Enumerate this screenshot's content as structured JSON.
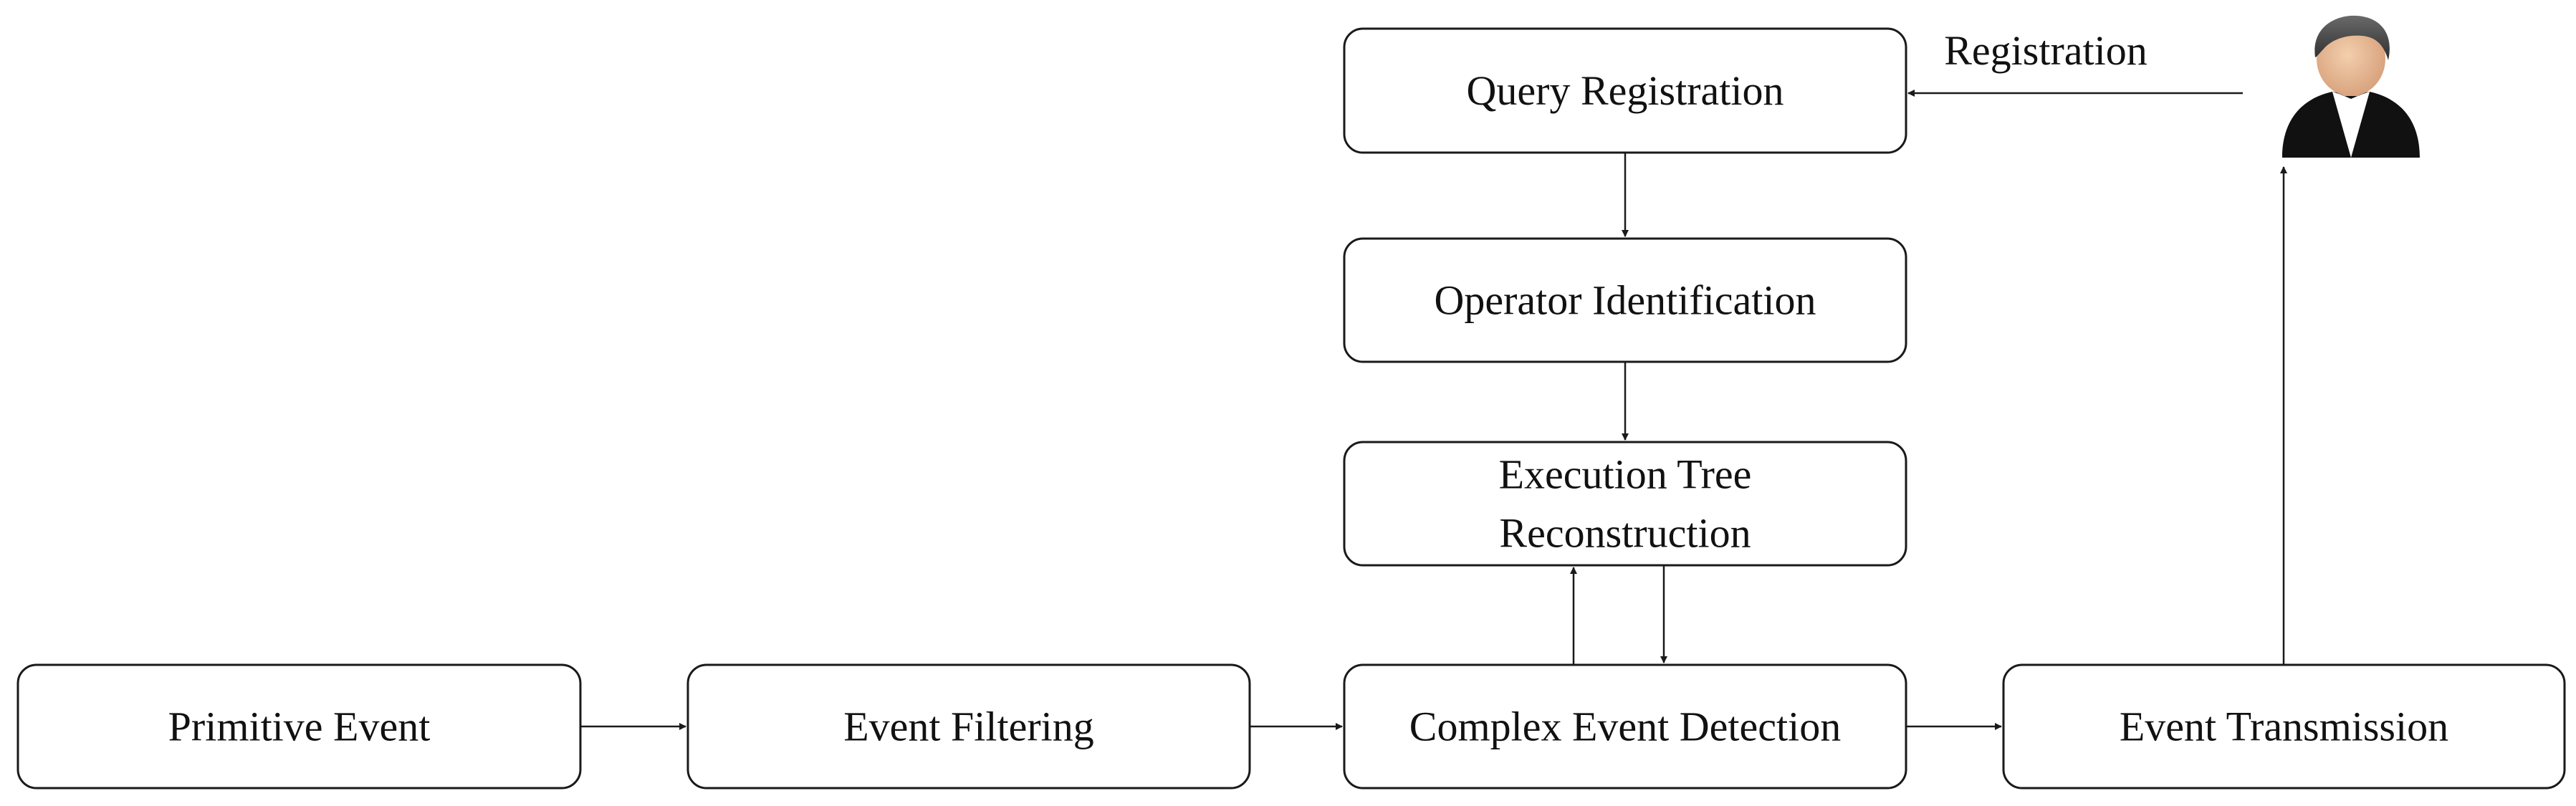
{
  "diagram": {
    "nodes": [
      {
        "id": "query_registration",
        "label": [
          "Query Registration"
        ]
      },
      {
        "id": "operator_identification",
        "label": [
          "Operator Identification"
        ]
      },
      {
        "id": "execution_tree_reconstruction",
        "label": [
          "Execution Tree",
          "Reconstruction"
        ]
      },
      {
        "id": "primitive_event",
        "label": [
          "Primitive Event"
        ]
      },
      {
        "id": "event_filtering",
        "label": [
          "Event Filtering"
        ]
      },
      {
        "id": "complex_event_detection",
        "label": [
          "Complex Event Detection"
        ]
      },
      {
        "id": "event_transmission",
        "label": [
          "Event Transmission"
        ]
      }
    ],
    "edges": [
      {
        "from": "user",
        "to": "query_registration",
        "label": "Registration"
      },
      {
        "from": "query_registration",
        "to": "operator_identification",
        "label": ""
      },
      {
        "from": "operator_identification",
        "to": "execution_tree_reconstruction",
        "label": ""
      },
      {
        "from": "complex_event_detection",
        "to": "execution_tree_reconstruction",
        "label": ""
      },
      {
        "from": "execution_tree_reconstruction",
        "to": "complex_event_detection",
        "label": ""
      },
      {
        "from": "primitive_event",
        "to": "event_filtering",
        "label": ""
      },
      {
        "from": "event_filtering",
        "to": "complex_event_detection",
        "label": ""
      },
      {
        "from": "complex_event_detection",
        "to": "event_transmission",
        "label": ""
      },
      {
        "from": "event_transmission",
        "to": "user",
        "label": ""
      }
    ],
    "user": {
      "icon": "user-icon"
    },
    "colors": {
      "stroke": "#1a1a1a",
      "text": "#111111",
      "skin": "#e5b491",
      "hair": "#4a4a4a",
      "suit": "#111111",
      "shirt": "#ffffff"
    }
  }
}
